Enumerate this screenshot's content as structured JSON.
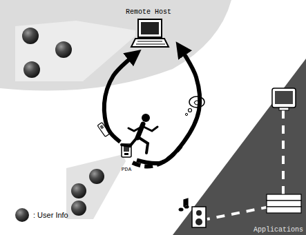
{
  "diagram": {
    "nodes": [
      {
        "text": [
          "Remote Host"
        ]
      },
      {
        "text": [
          "PDA"
        ]
      },
      {
        "text": [
          "Applications"
        ]
      }
    ],
    "edges": [
      {
        "from": 1,
        "to": 0,
        "arrow": "to"
      },
      {
        "from": 1,
        "to": 0,
        "arrow": "to"
      }
    ],
    "legend": [
      {
        "text": ": User Info"
      }
    ]
  }
}
